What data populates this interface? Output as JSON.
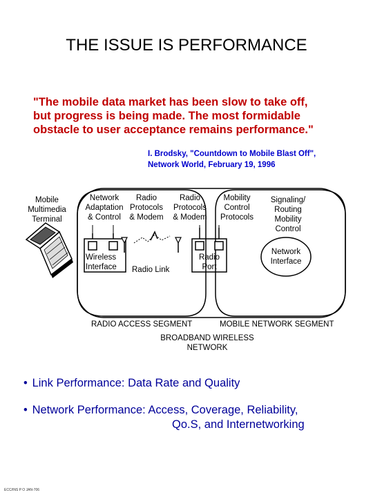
{
  "title": "THE ISSUE IS PERFORMANCE",
  "quote": {
    "line1": "\"The mobile data market has been slow to take off,",
    "line2": "but progress is being made.  The most formidable",
    "line3": "obstacle to user acceptance remains performance.\""
  },
  "citation": {
    "line1": "I. Brodsky, \"Countdown to Mobile Blast Off\",",
    "line2": "Network World, February 19, 1996"
  },
  "terminal": {
    "line1": "Mobile",
    "line2": "Multimedia",
    "line3": "Terminal"
  },
  "functions": {
    "network_adaptation": {
      "line1": "Network",
      "line2": "Adaptation",
      "line3": "& Control"
    },
    "radio_protocols_1": {
      "line1": "Radio",
      "line2": "Protocols",
      "line3": "& Modem"
    },
    "radio_protocols_2": {
      "line1": "Radio",
      "line2": "Protocols",
      "line3": "& Modem"
    },
    "mobility_control": {
      "line1": "Mobility",
      "line2": "Control",
      "line3": "Protocols"
    },
    "signaling": {
      "line1": "Signaling/",
      "line2": "Routing",
      "line3": "Mobility",
      "line4": "Control"
    }
  },
  "components": {
    "wireless_interface": {
      "line1": "Wireless",
      "line2": "Interface"
    },
    "radio_link": "Radio Link",
    "radio_port": {
      "line1": "Radio",
      "line2": "Port"
    },
    "network_interface": {
      "line1": "Network",
      "line2": "Interface"
    }
  },
  "segments": {
    "radio_access": "RADIO ACCESS SEGMENT",
    "mobile_network": "MOBILE NETWORK SEGMENT",
    "broadband_line1": "BROADBAND WIRELESS",
    "broadband_line2": "NETWORK"
  },
  "bullets": {
    "link": "Link Performance:  Data Rate and Quality",
    "network_line1": "Network Performance:  Access, Coverage, Reliability,",
    "network_line2": "Qo.S, and Internetworking"
  },
  "footer": "ECC/INS P O JAN-706",
  "colors": {
    "quote": "#c00000",
    "citation": "#0000cc",
    "bullets": "#000099"
  }
}
